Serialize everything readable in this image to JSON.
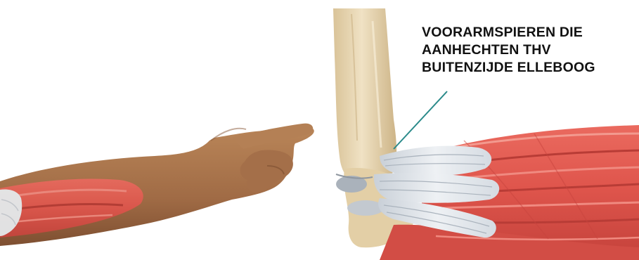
{
  "annotation": {
    "lines": [
      "VOORARMSPIEREN DIE",
      "AANHECHTEN THV",
      "BUITENZIJDE ELLEBOOG"
    ],
    "leader_color": "#2a8a8a"
  },
  "colors": {
    "muscle": "#e0574f",
    "muscle_dark": "#c8433d",
    "tendon": "#dfe4ea",
    "bone": "#e8d6b2",
    "bone_shadow": "#c9b389",
    "skin": "#b07a52",
    "skin_dark": "#8f5d3b"
  }
}
